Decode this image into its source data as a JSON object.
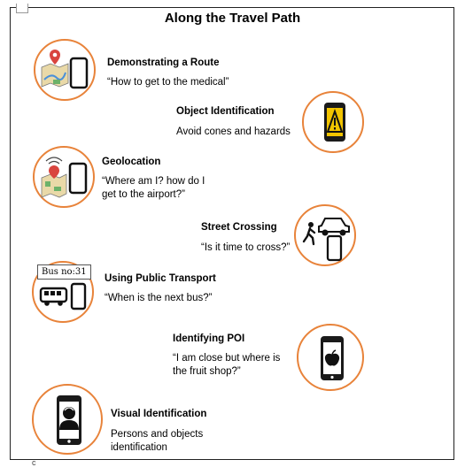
{
  "title": "Along the Travel Path",
  "accent_color": "#e8833a",
  "items": [
    {
      "heading": "Demonstrating a Route",
      "description": "“How to get to the medical”",
      "icons": [
        "map-pin-icon",
        "smartphone-icon"
      ]
    },
    {
      "heading": "Object Identification",
      "description": "Avoid cones and hazards",
      "icons": [
        "phone-warning-icon"
      ]
    },
    {
      "heading": "Geolocation",
      "description": "“Where am I? how do I\nget to the airport?”",
      "icons": [
        "map-signal-icon",
        "smartphone-icon"
      ]
    },
    {
      "heading": "Street Crossing",
      "description": "“Is it time to cross?”",
      "icons": [
        "pedestrian-icon",
        "car-icon",
        "smartphone-icon"
      ]
    },
    {
      "heading": "Using Public Transport",
      "description": "“When is the next bus?”",
      "bus_label": "Bus no:31",
      "icons": [
        "bus-icon",
        "smartphone-icon"
      ]
    },
    {
      "heading": "Identifying POI",
      "description": "“I am close but where is\nthe fruit shop?”",
      "icons": [
        "phone-apple-icon"
      ]
    },
    {
      "heading": "Visual Identification",
      "description": "Persons and objects\nidentification",
      "icons": [
        "phone-person-icon"
      ]
    }
  ]
}
